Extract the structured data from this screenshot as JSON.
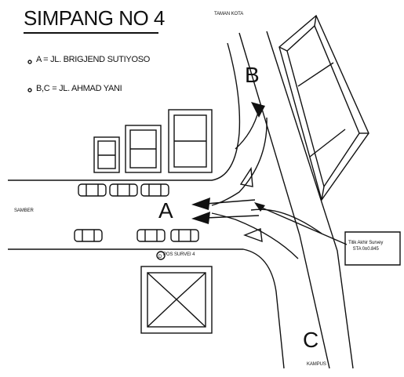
{
  "title": "SIMPANG NO 4",
  "legend": {
    "a": "A = JL. BRIGJEND SUTIYOSO",
    "bc": "B,C = JL. AHMAD YANI"
  },
  "labels": {
    "b": "B",
    "a": "A",
    "c": "C",
    "taman_kota": "TAMAN KOTA",
    "samber": "SAMBER",
    "pos_survei": "POS SURVEI 4",
    "kampus": "KAMPUS",
    "titik_line1": "Titik Akhir Survey",
    "titik_line2": "STA 0±0.845"
  },
  "colors": {
    "ink": "#111111",
    "background": "#ffffff"
  }
}
